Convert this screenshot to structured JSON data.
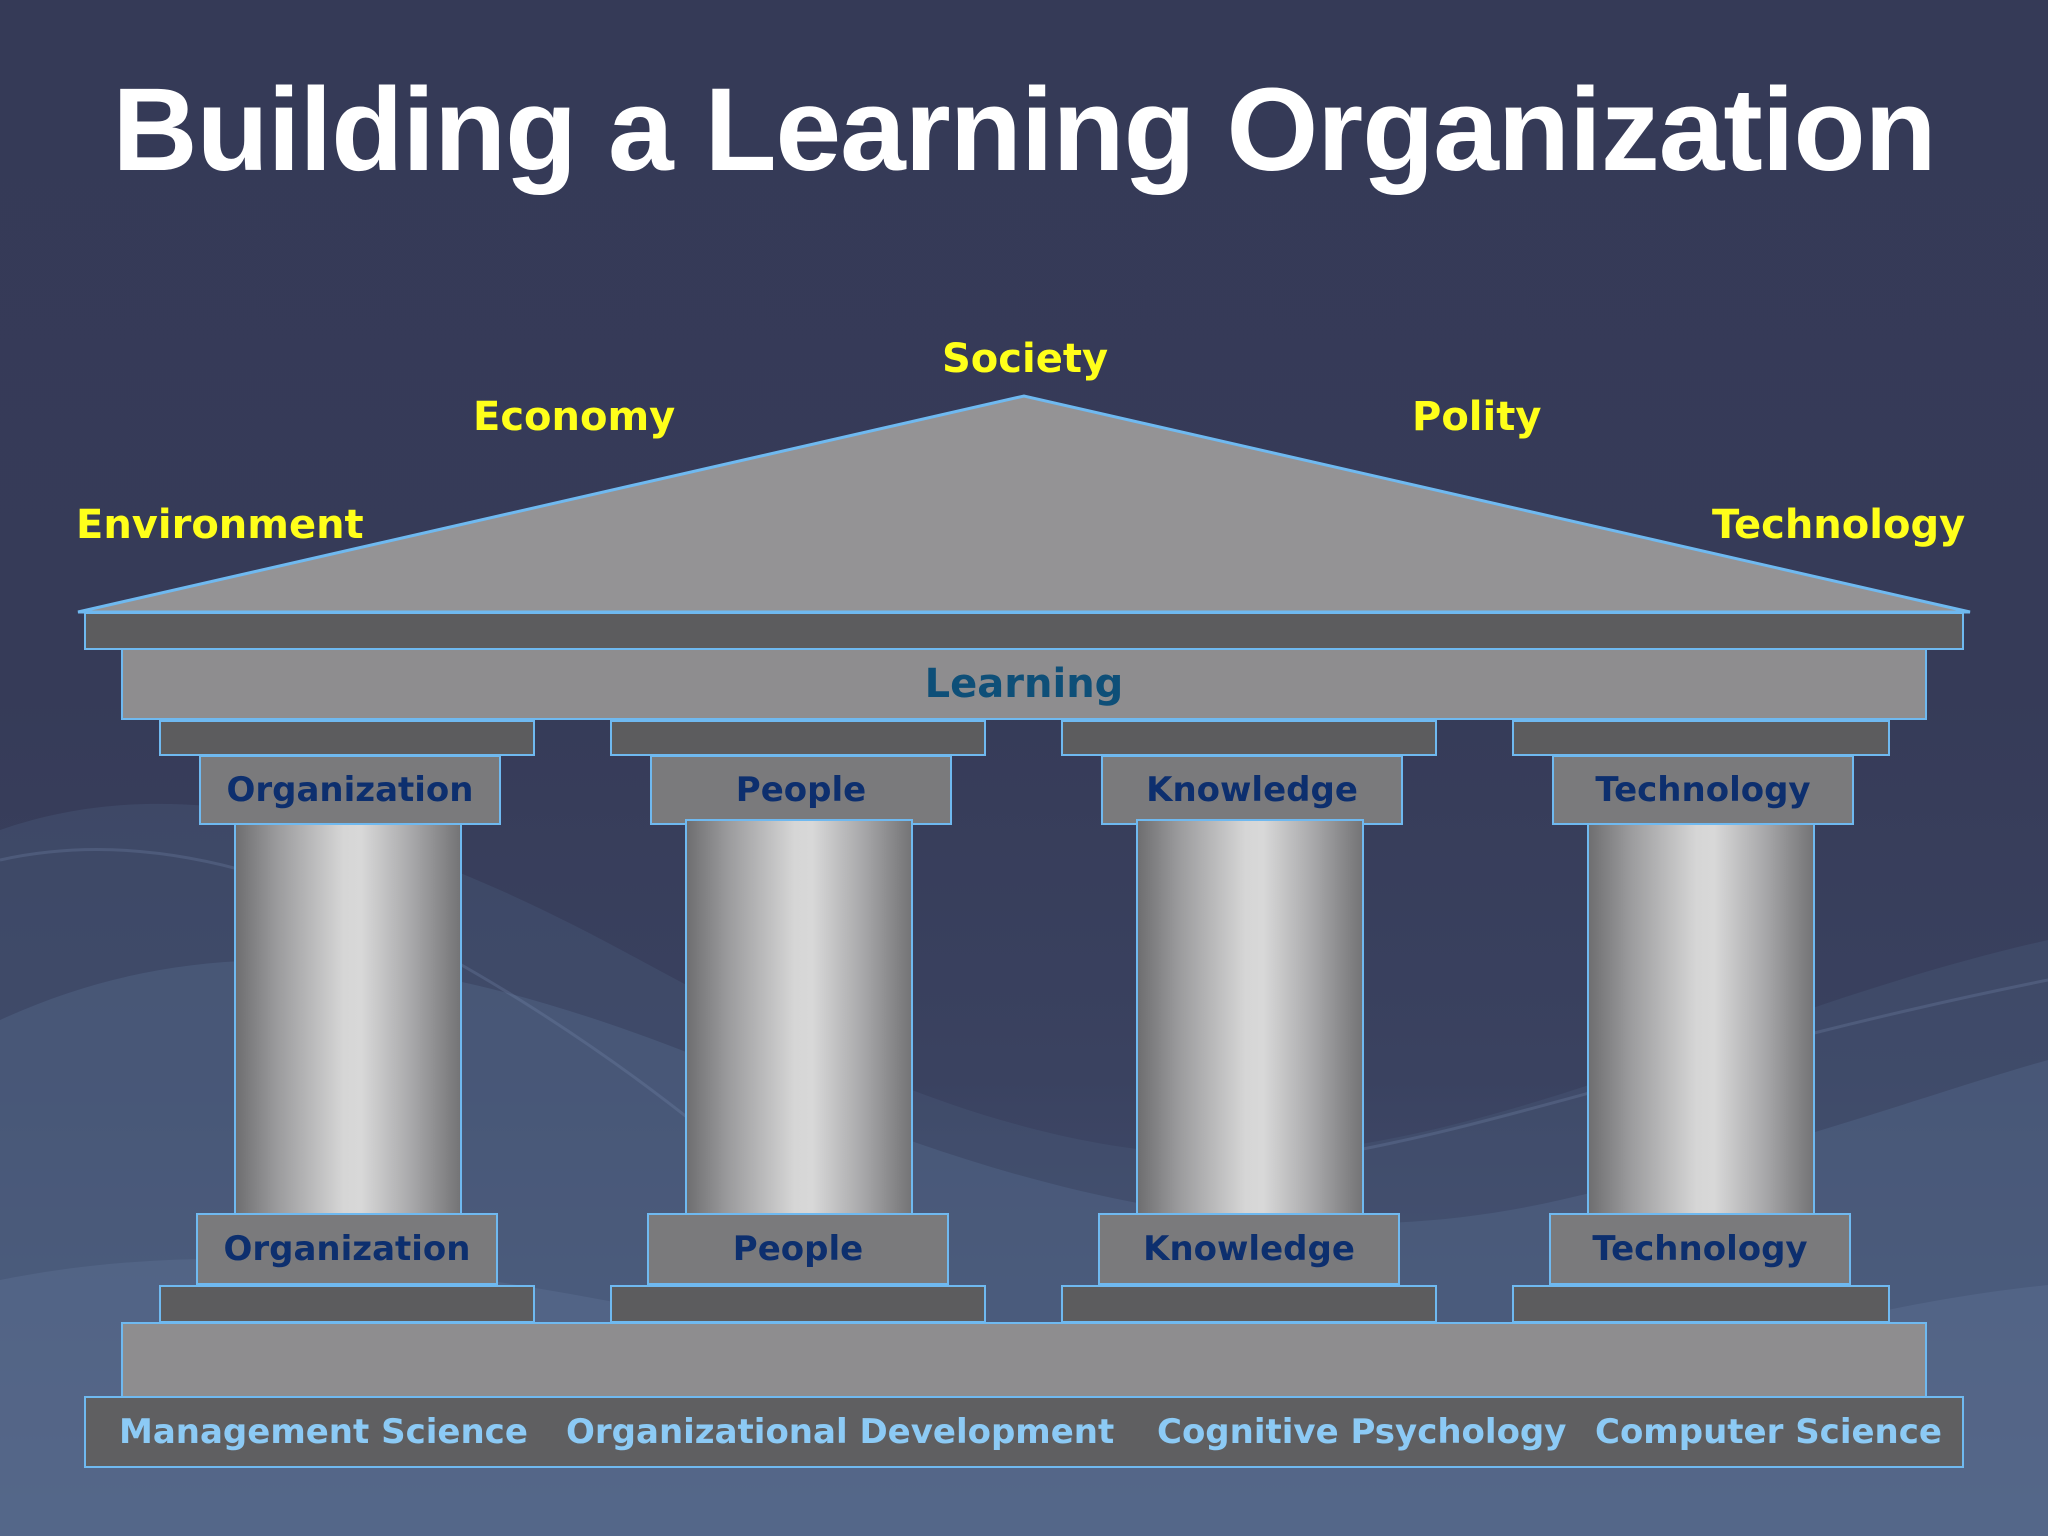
{
  "title": "Building a Learning Organization",
  "roof": {
    "top_label": "Society",
    "left_labels": [
      "Environment",
      "Economy"
    ],
    "right_labels": [
      "Polity",
      "Technology"
    ]
  },
  "entablature": {
    "label": "Learning"
  },
  "pillars": [
    {
      "capital": "Organization",
      "base": "Organization"
    },
    {
      "capital": "People",
      "base": "People"
    },
    {
      "capital": "Knowledge",
      "base": "Knowledge"
    },
    {
      "capital": "Technology",
      "base": "Technology"
    }
  ],
  "foundation": {
    "disciplines": [
      "Management Science",
      "Organizational Development",
      "Cognitive Psychology",
      "Computer Science"
    ]
  },
  "colors": {
    "background": "#363b58",
    "title": "#ffffff",
    "roof_labels": "#ffff1a",
    "structure_gray": "#8e8d8f",
    "outline": "#6fb9f0",
    "pillar_text": "#0d2f6e",
    "discipline_text": "#8ccaf5"
  }
}
